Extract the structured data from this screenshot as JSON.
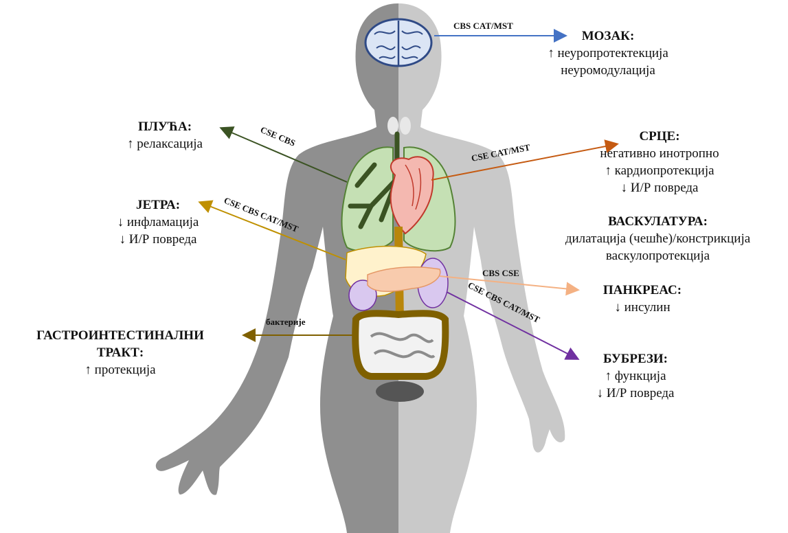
{
  "diagram": {
    "organs": {
      "brain": {
        "title": "МОЗАК:",
        "lines": [
          "↑ неуропротектекција",
          "неуромодулација"
        ]
      },
      "lungs": {
        "title": "ПЛУЋА:",
        "lines": [
          "↑ релаксација"
        ]
      },
      "heart": {
        "title": "СРЦЕ:",
        "lines": [
          "негативно инотропно",
          "↑ кардиопротекција",
          "↓ И/Р повреда"
        ]
      },
      "vasculature": {
        "title": "ВАСКУЛАТУРА:",
        "lines": [
          "дилатација (чешће)/констрикција",
          "васкулопротекција"
        ]
      },
      "liver": {
        "title": "ЈЕТРА:",
        "lines": [
          "↓ инфламација",
          "↓ И/Р повреда"
        ]
      },
      "pancreas": {
        "title": "ПАНКРЕАС:",
        "lines": [
          "↓ инсулин"
        ]
      },
      "gi": {
        "title": "ГАСТРОИНТЕСТИНАЛНИ",
        "title2": "ТРАКТ:",
        "lines": [
          "↑ протекција"
        ]
      },
      "kidneys": {
        "title": "БУБРЕЗИ:",
        "lines": [
          "↑ функција",
          "↓ И/Р повреда"
        ]
      }
    },
    "arrows": {
      "brain": {
        "label": "CBS CAT/MST",
        "color": "#4472c4"
      },
      "lungs": {
        "label": "CSE CBS",
        "color": "#3b5323"
      },
      "heart": {
        "label": "CSE CAT/MST",
        "color": "#c55a11"
      },
      "liver": {
        "label": "CSE CBS CAT/MST",
        "color": "#bf9000"
      },
      "pancreas": {
        "label": "CBS CSE",
        "color": "#f4b183"
      },
      "kidneys": {
        "label": "CSE CBS CAT/MST",
        "color": "#7030a0"
      },
      "gi": {
        "label": "бактерије",
        "color": "#7f6000"
      }
    }
  }
}
